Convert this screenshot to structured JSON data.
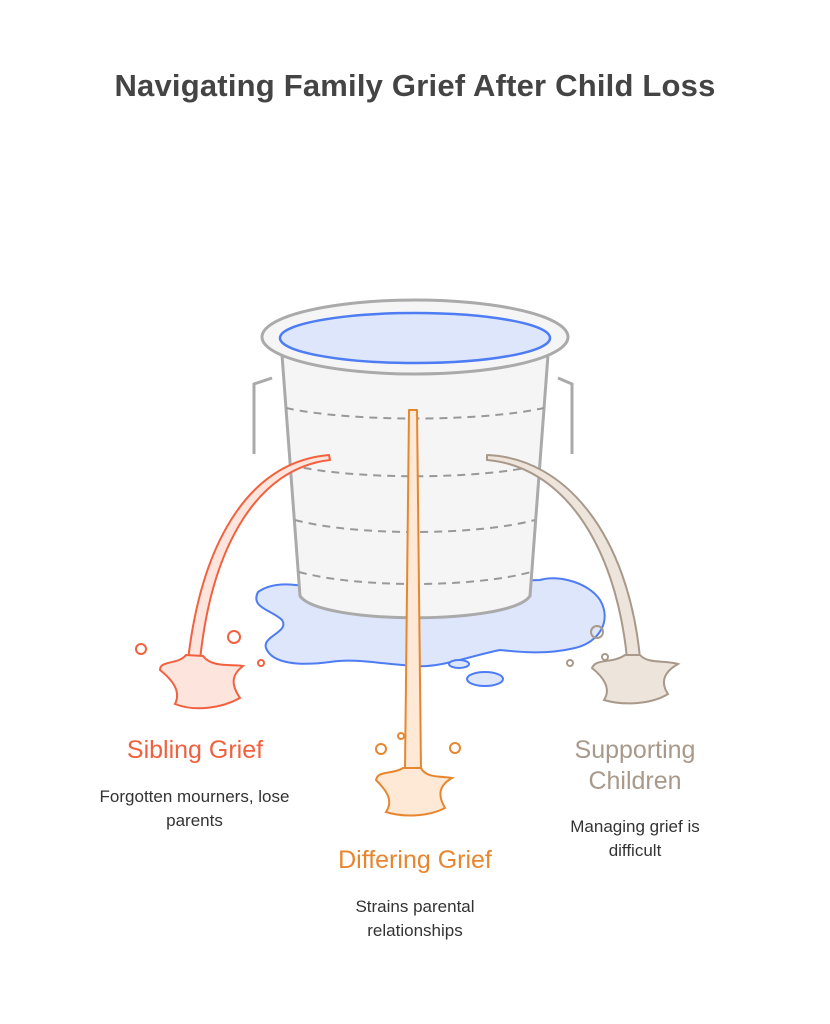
{
  "title": "Navigating Family Grief After Child Loss",
  "items": [
    {
      "label": "Sibling Grief",
      "description": "Forgotten mourners, lose parents",
      "color": "#f2613f"
    },
    {
      "label": "Differing Grief",
      "description": "Strains parental relationships",
      "color": "#e8862f"
    },
    {
      "label": "Supporting Children",
      "description": "Managing grief is difficult",
      "color": "#a8998a"
    }
  ],
  "colors": {
    "water": "#4d7cf3",
    "bucket": "#aaaaaa",
    "title": "#444444"
  },
  "icons": [
    "bucket-icon",
    "water-puddle-icon"
  ]
}
